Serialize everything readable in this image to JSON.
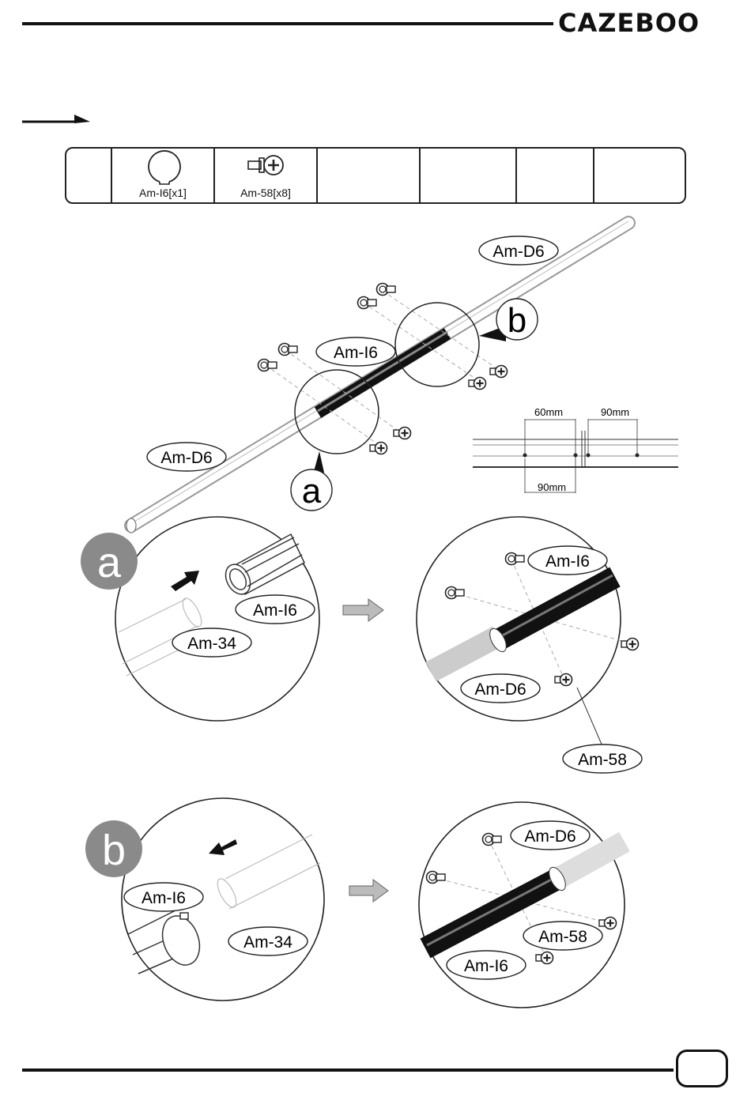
{
  "header": {
    "brand": "CAZEBOO"
  },
  "parts_table": [
    {
      "label": ""
    },
    {
      "label": "Am-I6[x1]",
      "icon": "round-tube-insert-icon"
    },
    {
      "label": "Am-58[x8]",
      "icon": "screw-icon"
    },
    {
      "label": ""
    },
    {
      "label": ""
    },
    {
      "label": ""
    },
    {
      "label": ""
    }
  ],
  "overview": {
    "labels": {
      "tube_top": "Am-D6",
      "tube_bottom": "Am-D6",
      "insert": "Am-I6",
      "detail_a": "a",
      "detail_b": "b"
    },
    "dimensions": {
      "d1": "60mm",
      "d2": "90mm",
      "d3": "90mm"
    }
  },
  "detail_a": {
    "badge": "a",
    "before": {
      "insert": "Am-I6",
      "tube": "Am-34"
    },
    "after": {
      "insert": "Am-I6",
      "tube": "Am-D6",
      "screw": "Am-58"
    }
  },
  "detail_b": {
    "badge": "b",
    "before": {
      "insert": "Am-I6",
      "tube": "Am-34"
    },
    "after": {
      "tube": "Am-D6",
      "screw": "Am-58",
      "insert": "Am-I6"
    }
  },
  "footer": {
    "page": ""
  }
}
